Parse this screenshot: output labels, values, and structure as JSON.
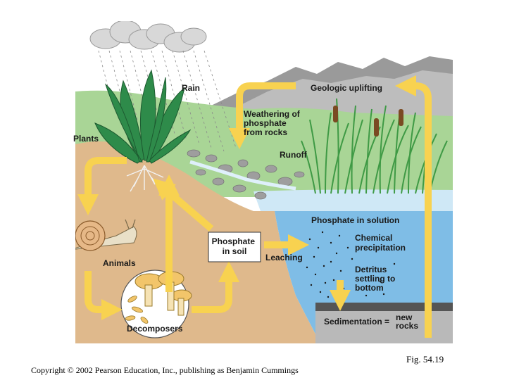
{
  "labels": {
    "rain": "Rain",
    "geologic_uplifting": "Geologic uplifting",
    "weathering": [
      "Weathering of",
      "phosphate",
      "from rocks"
    ],
    "plants": "Plants",
    "runoff": "Runoff",
    "phosphate_in_solution": "Phosphate in solution",
    "phosphate_in_soil": [
      "Phosphate",
      "in soil"
    ],
    "leaching": "Leaching",
    "chemical_precipitation": [
      "Chemical",
      "precipitation"
    ],
    "animals": "Animals",
    "detritus": [
      "Detritus",
      "settling to",
      "bottom"
    ],
    "decomposers": "Decomposers",
    "sedimentation": "Sedimentation =",
    "new_rocks": [
      "new",
      "rocks"
    ]
  },
  "caption": {
    "figure": "Fig. 54.19",
    "copyright": "Copyright © 2002 Pearson Education, Inc., publishing as Benjamin Cummings"
  },
  "colors": {
    "arrow": "#f8d250",
    "soil": "#dfb98c",
    "grass": "#a9d596",
    "water": "#7fbde6",
    "mountain": "#9a9a9a",
    "cloud": "#d8d8d8"
  }
}
